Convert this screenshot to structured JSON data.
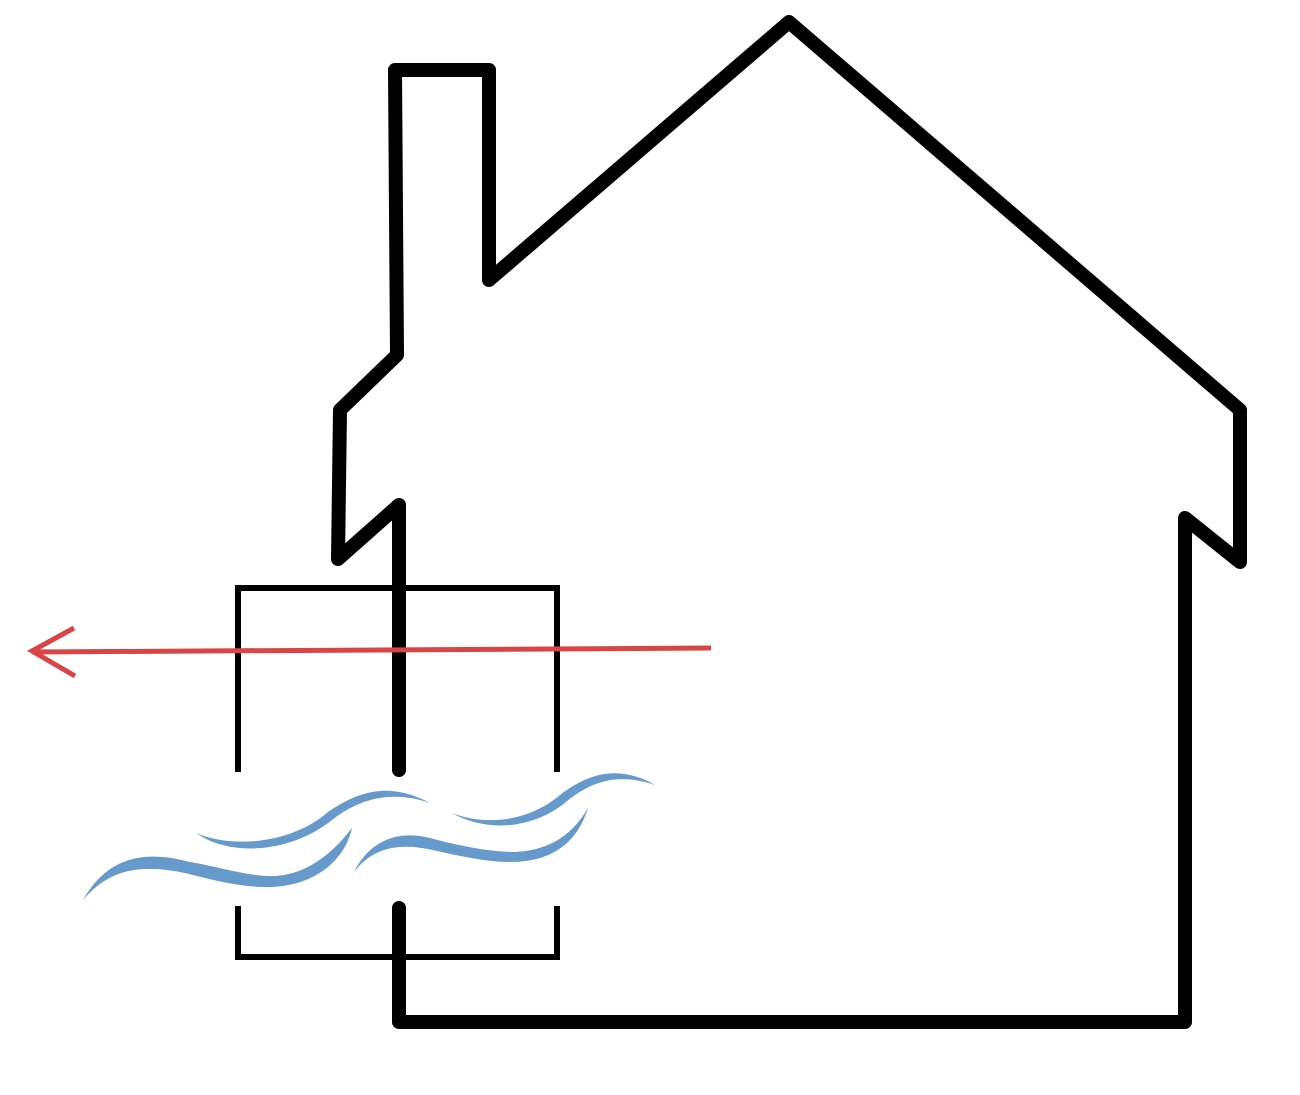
{
  "diagram": {
    "elements": [
      {
        "id": "house-outline",
        "kind": "house-outline"
      },
      {
        "id": "window-frame-top",
        "kind": "window-frame"
      },
      {
        "id": "window-frame-bottom",
        "kind": "window-frame"
      },
      {
        "id": "airflow-waves",
        "kind": "airflow-waves"
      },
      {
        "id": "heat-loss-arrow",
        "kind": "arrow",
        "direction": "left"
      }
    ],
    "colors": {
      "background": "#ffffff",
      "outline": "#000000",
      "heat_arrow": "#d94545",
      "airflow": "#6699cc"
    }
  }
}
